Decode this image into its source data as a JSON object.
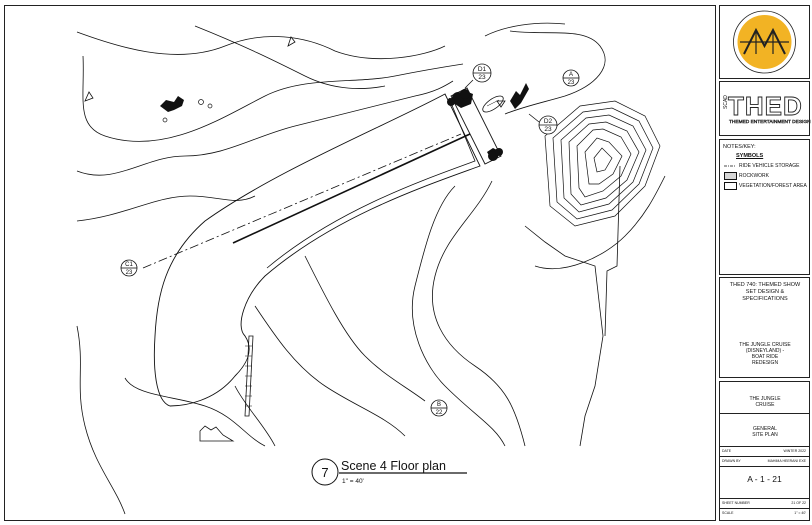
{
  "colors": {
    "logo_gold": "#F2B324",
    "line": "#111111",
    "rockwork_fill": "#d6d6d6"
  },
  "titleblock": {
    "brand": {
      "letters": "THED",
      "side_label": "SCAD",
      "subtitle": "THEMED ENTERTAINMENT DESIGN"
    },
    "notes": {
      "heading": "NOTES/KEY:",
      "symbols_label": "SYMBOLS",
      "items": [
        {
          "label": "RIDE VEHICLE STORAGE",
          "icon": "dash-dot-line-icon"
        },
        {
          "label": "ROCKWORK",
          "icon": "hatched-box-icon"
        },
        {
          "label": "VEGETATION/FOREST AREA",
          "icon": "box-icon"
        }
      ]
    },
    "project": {
      "course": "THED 740: THEMED SHOW SET DESIGN & SPECIFICATIONS",
      "name_lines": [
        "THE JUNGLE CRUISE",
        "(DISNEYLAND) -",
        "BOAT RIDE",
        "REDESIGN"
      ]
    },
    "sheet": {
      "project_title_lines": [
        "THE JUNGLE",
        "CRUISE"
      ],
      "sheet_title_lines": [
        "GENERAL",
        "SITE PLAN"
      ],
      "date_label": "DATE",
      "date_value": "WINTER 2022",
      "drawn_by_label": "DRAWN BY",
      "drawn_by_value": "MAHIMA HEERANI EXE",
      "sheet_number": "A - 1 - 21",
      "sheet_number_label": "SHEET NUMBER",
      "sheet_of": "21 OF 22",
      "scale_label": "SCALE",
      "scale_value": "1\" = 40'"
    }
  },
  "plan": {
    "view_number": "7",
    "title": "Scene 4 Floor plan",
    "scale": "1\" = 40'",
    "markers": [
      {
        "id": "D1",
        "sheet": "23"
      },
      {
        "id": "D2",
        "sheet": "23"
      },
      {
        "id": "A",
        "sheet": "23"
      },
      {
        "id": "B",
        "sheet": "22"
      },
      {
        "id": "C1",
        "sheet": "23"
      }
    ]
  }
}
